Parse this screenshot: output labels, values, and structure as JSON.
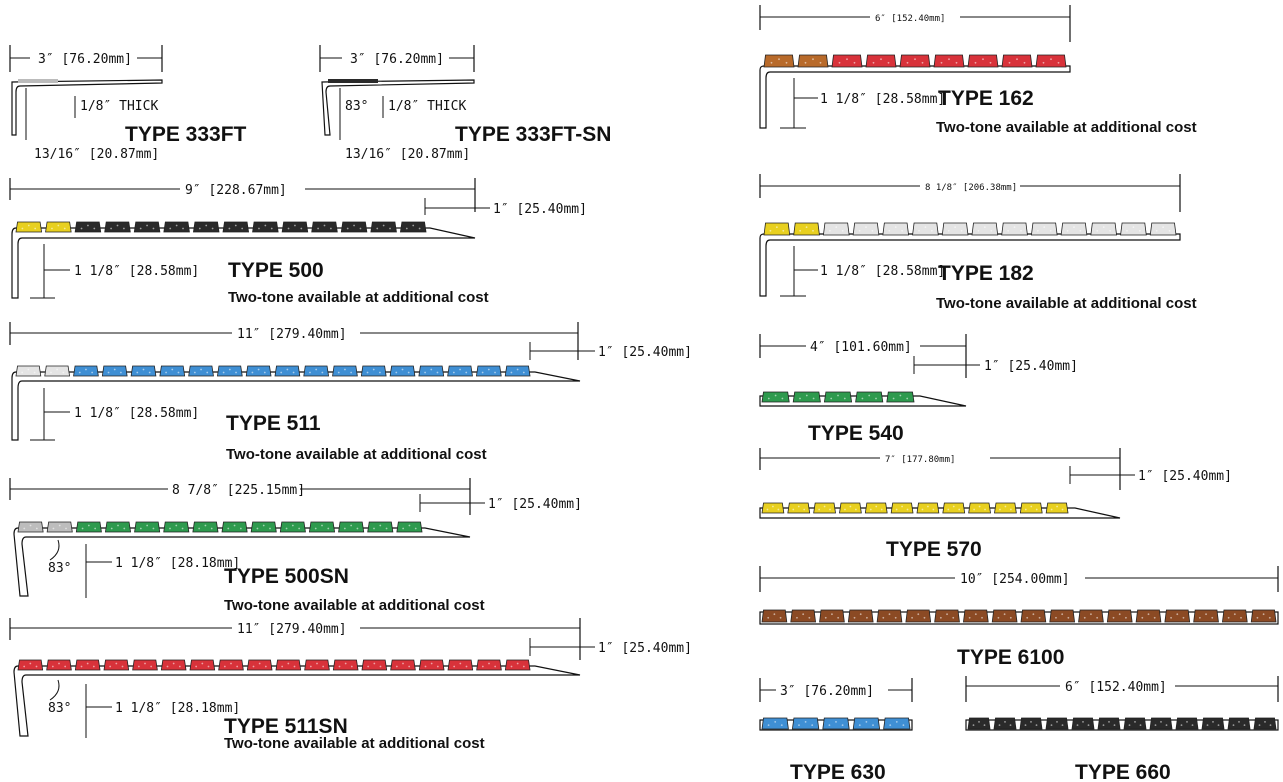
{
  "colors": {
    "yellow": "#e8d020",
    "white": "#e4e4e4",
    "gray": "#bdbdbd",
    "black": "#2a2a2a",
    "blue": "#3f8fd4",
    "green": "#2e9a4e",
    "red": "#d8323a",
    "brown": "#8b4a24",
    "orange_brown": "#b86a2a"
  },
  "items": [
    {
      "id": "333ft",
      "title": "TYPE 333FT",
      "width": "3″ [76.20mm]",
      "depth": "13/16″ [20.87mm]",
      "thick": "1/8″ THICK",
      "note": "",
      "strips": 0,
      "color": "white"
    },
    {
      "id": "333ftsn",
      "title": "TYPE 333FT-SN",
      "width": "3″ [76.20mm]",
      "depth": "13/16″ [20.87mm]",
      "thick": "1/8″ THICK",
      "angle": "83°",
      "note": "",
      "strips": 0,
      "color": "black"
    },
    {
      "id": "500",
      "title": "TYPE 500",
      "width": "9″ [228.67mm]",
      "nosing": "1″ [25.40mm]",
      "depth": "1 1/8″ [28.58mm]",
      "note": "Two-tone available at additional cost",
      "front": 2,
      "front_color": "yellow",
      "strips": 12,
      "color": "black"
    },
    {
      "id": "511",
      "title": "TYPE 511",
      "width": "11″ [279.40mm]",
      "nosing": "1″ [25.40mm]",
      "depth": "1 1/8″ [28.58mm]",
      "note": "Two-tone available at additional cost",
      "front": 2,
      "front_color": "white",
      "strips": 16,
      "color": "blue"
    },
    {
      "id": "500sn",
      "title": "TYPE 500SN",
      "width": "8 7/8″ [225.15mm]",
      "nosing": "1″ [25.40mm]",
      "depth": "1 1/8″ [28.18mm]",
      "angle": "83°",
      "note": "Two-tone available at additional cost",
      "front": 2,
      "front_color": "gray",
      "strips": 12,
      "color": "green"
    },
    {
      "id": "511sn",
      "title": "TYPE 511SN",
      "width": "11″ [279.40mm]",
      "nosing": "1″ [25.40mm]",
      "depth": "1 1/8″ [28.18mm]",
      "angle": "83°",
      "note": "Two-tone available at additional cost",
      "front": 2,
      "front_color": "red",
      "strips": 16,
      "color": "red"
    },
    {
      "id": "162",
      "title": "TYPE 162",
      "width": "6″ [152.40mm]",
      "depth": "1 1/8″ [28.58mm]",
      "note": "Two-tone available at additional cost",
      "front": 2,
      "front_color": "orange_brown",
      "strips": 7,
      "color": "red"
    },
    {
      "id": "182",
      "title": "TYPE 182",
      "width": "8 1/8″ [206.38mm]",
      "depth": "1 1/8″ [28.58mm]",
      "note": "Two-tone available at additional cost",
      "front": 2,
      "front_color": "yellow",
      "strips": 12,
      "color": "white"
    },
    {
      "id": "540",
      "title": "TYPE 540",
      "width": "4″ [101.60mm]",
      "nosing": "1″ [25.40mm]",
      "note": "",
      "strips": 5,
      "color": "green"
    },
    {
      "id": "570",
      "title": "TYPE 570",
      "width": "7″ [177.80mm]",
      "nosing": "1″ [25.40mm]",
      "note": "",
      "strips": 12,
      "color": "yellow"
    },
    {
      "id": "6100",
      "title": "TYPE 6100",
      "width": "10″ [254.00mm]",
      "note": "",
      "strips": 18,
      "color": "brown"
    },
    {
      "id": "630",
      "title": "TYPE 630",
      "width": "3″ [76.20mm]",
      "note": "",
      "strips": 5,
      "color": "blue"
    },
    {
      "id": "660",
      "title": "TYPE 660",
      "width": "6″ [152.40mm]",
      "note": "",
      "strips": 12,
      "color": "black"
    }
  ]
}
